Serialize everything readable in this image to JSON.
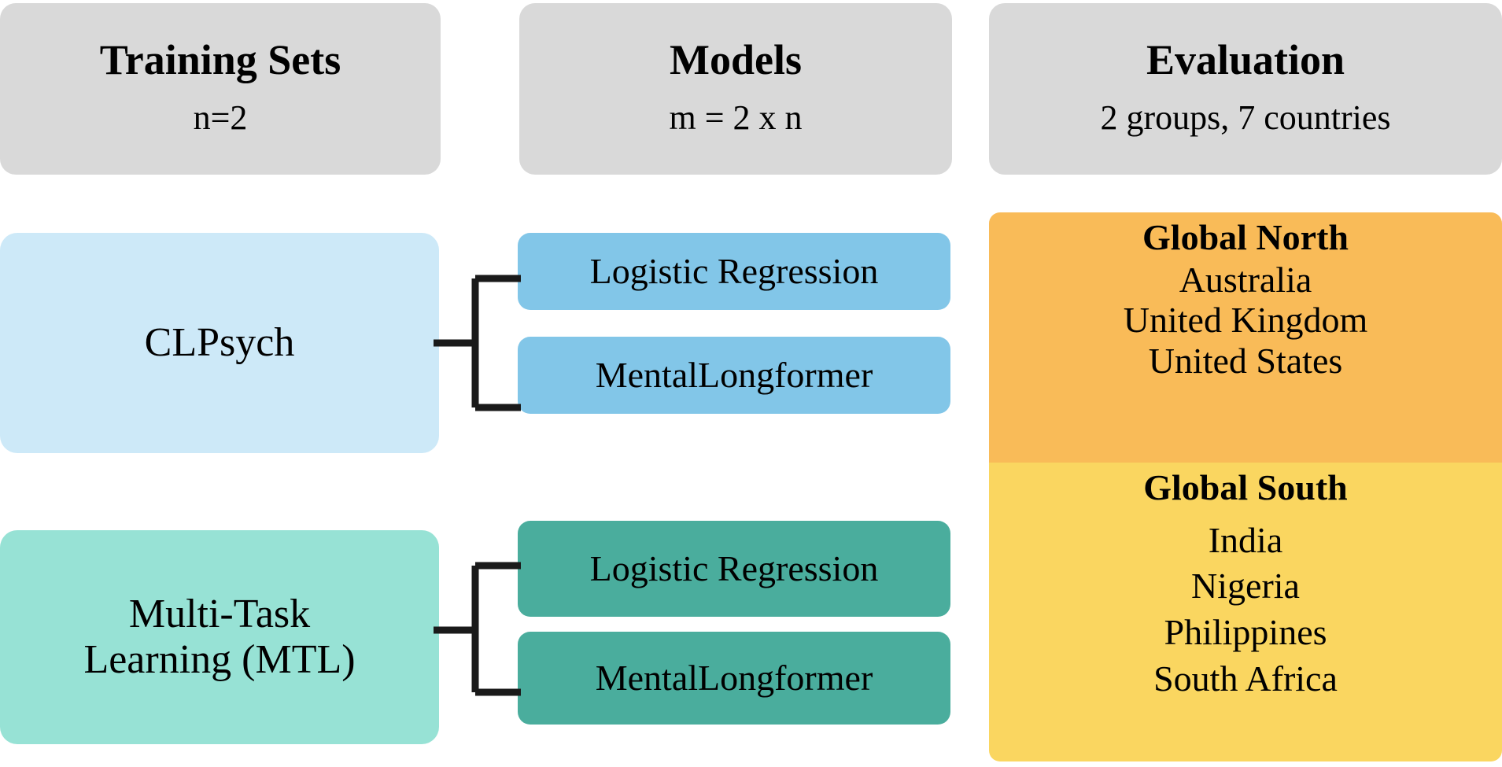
{
  "figure": {
    "type": "pipeline-diagram",
    "columns": [
      {
        "id": "training-sets",
        "title": "Training Sets",
        "subtitle": "n=2"
      },
      {
        "id": "models",
        "title": "Models",
        "subtitle": "m = 2 x n"
      },
      {
        "id": "evaluation",
        "title": "Evaluation",
        "subtitle": "2 groups, 7 countries"
      }
    ]
  },
  "training_sets": [
    {
      "id": "clpsych",
      "label": "CLPsych",
      "lines": [
        "CLPsych"
      ],
      "color": "#cde9f8"
    },
    {
      "id": "mtl",
      "label": "Multi-Task Learning (MTL)",
      "lines": [
        "Multi-Task",
        "Learning (MTL)"
      ],
      "color": "#97e2d5"
    }
  ],
  "models": {
    "clpsych": [
      {
        "id": "lr-clpsych",
        "label": "Logistic Regression",
        "color": "#82c6e8"
      },
      {
        "id": "ml-clpsych",
        "label": "MentalLongformer",
        "color": "#82c6e8"
      }
    ],
    "mtl": [
      {
        "id": "lr-mtl",
        "label": "Logistic Regression",
        "color": "#4aad9d"
      },
      {
        "id": "ml-mtl",
        "label": "MentalLongformer",
        "color": "#4aad9d"
      }
    ]
  },
  "evaluation": {
    "groups": [
      {
        "id": "global-north",
        "heading": "Global North",
        "countries": [
          "Australia",
          "United Kingdom",
          "United States"
        ],
        "color": "#f9bb58"
      },
      {
        "id": "global-south",
        "heading": "Global South",
        "countries": [
          "India",
          "Nigeria",
          "Philippines",
          "South Africa"
        ],
        "color": "#fad660"
      }
    ]
  },
  "palette": {
    "header_gray": "#d9d9d9",
    "clpsych_light_blue": "#cde9f8",
    "model_blue": "#82c6e8",
    "mtl_mint": "#97e2d5",
    "model_green": "#4aad9d",
    "global_north_orange": "#f9bb58",
    "global_south_yellow": "#fad660",
    "connector_black": "#1a1a1a",
    "background": "#ffffff"
  }
}
